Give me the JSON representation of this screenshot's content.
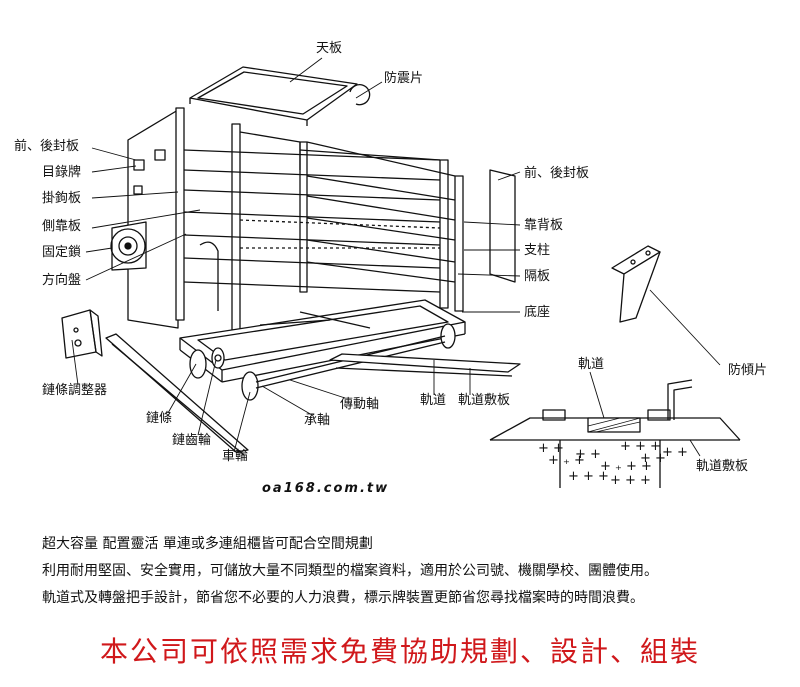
{
  "labels": {
    "top_panel": "天板",
    "anti_shock": "防震片",
    "front_back_left": "前、後封板",
    "catalog_plate": "目錄牌",
    "hook_plate": "掛鉤板",
    "side_panel": "側靠板",
    "lock": "固定鎖",
    "steering_wheel": "方向盤",
    "chain_adjuster": "鏈條調整器",
    "chain": "鏈條",
    "sprocket": "鏈齒輪",
    "wheel": "車輪",
    "bearing": "承軸",
    "drive_shaft": "傳動軸",
    "track": "軌道",
    "track_plate_mid": "軌道敷板",
    "base": "底座",
    "divider": "隔板",
    "post": "支柱",
    "back_panel": "靠背板",
    "front_back_right": "前、後封板",
    "track_detail": "軌道",
    "anti_tilt": "防傾片",
    "track_plate_right": "軌道敷板"
  },
  "watermark": "oa168.com.tw",
  "description": {
    "line1": "超大容量 配置靈活 單連或多連組櫃皆可配合空間規劃",
    "line2": "利用耐用堅固、安全實用，可儲放大量不同類型的檔案資料，適用於公司號、機關學校、團體使用。",
    "line3": "軌道式及轉盤把手設計，節省您不必要的人力浪費，標示牌裝置更節省您尋找檔案時的時間浪費。"
  },
  "cta": "本公司可依照需求免費協助規劃、設計、組裝"
}
